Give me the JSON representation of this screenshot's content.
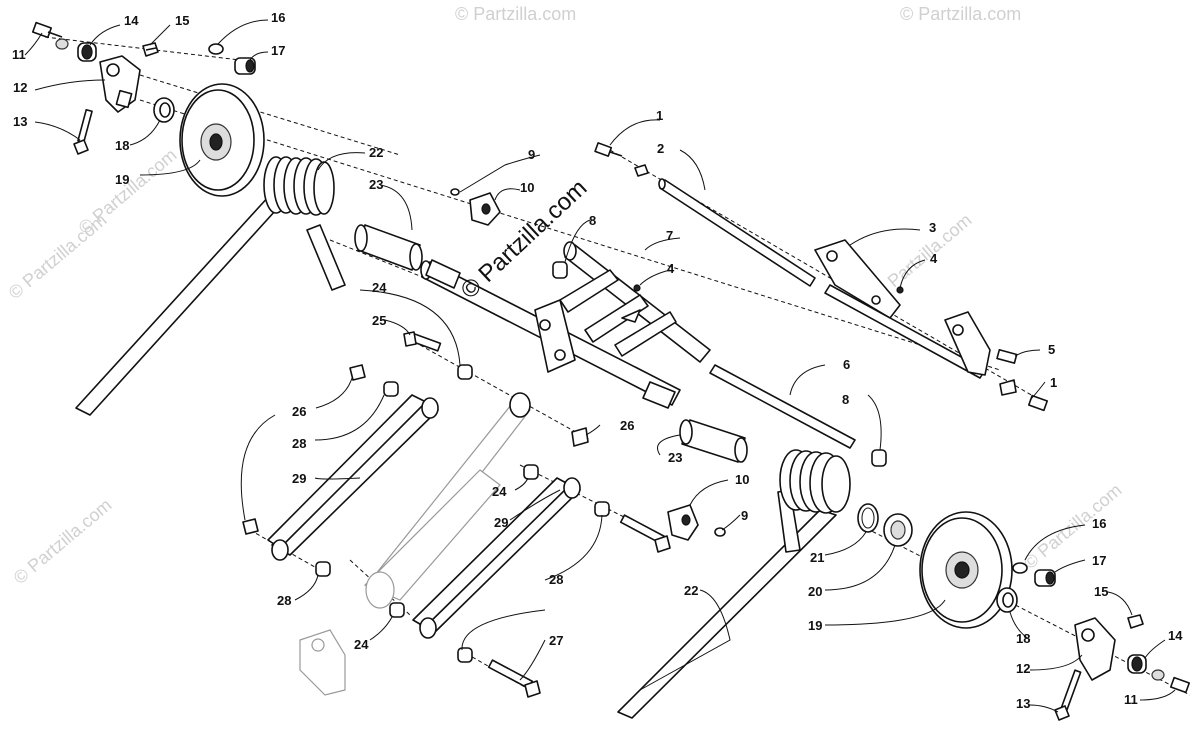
{
  "watermark": {
    "center_text": "© Partzilla.com",
    "corner_text": "© Partzilla.com"
  },
  "callouts": {
    "c1a": "1",
    "c1b": "1",
    "c2": "2",
    "c3": "3",
    "c4a": "4",
    "c4b": "4",
    "c5": "5",
    "c6": "6",
    "c7": "7",
    "c8a": "8",
    "c8b": "8",
    "c9a": "9",
    "c9b": "9",
    "c10a": "10",
    "c10b": "10",
    "c11a": "11",
    "c11b": "11",
    "c12a": "12",
    "c12b": "12",
    "c13a": "13",
    "c13b": "13",
    "c14a": "14",
    "c14b": "14",
    "c15a": "15",
    "c15b": "15",
    "c16a": "16",
    "c16b": "16",
    "c17a": "17",
    "c17b": "17",
    "c18a": "18",
    "c18b": "18",
    "c19a": "19",
    "c19b": "19",
    "c20": "20",
    "c21": "21",
    "c22a": "22",
    "c22b": "22",
    "c23a": "23",
    "c23b": "23",
    "c24a": "24",
    "c24b": "24",
    "c24c": "24",
    "c25": "25",
    "c26a": "26",
    "c26b": "26",
    "c27": "27",
    "c28a": "28",
    "c28b": "28",
    "c28c": "28",
    "c29a": "29",
    "c29b": "29"
  }
}
